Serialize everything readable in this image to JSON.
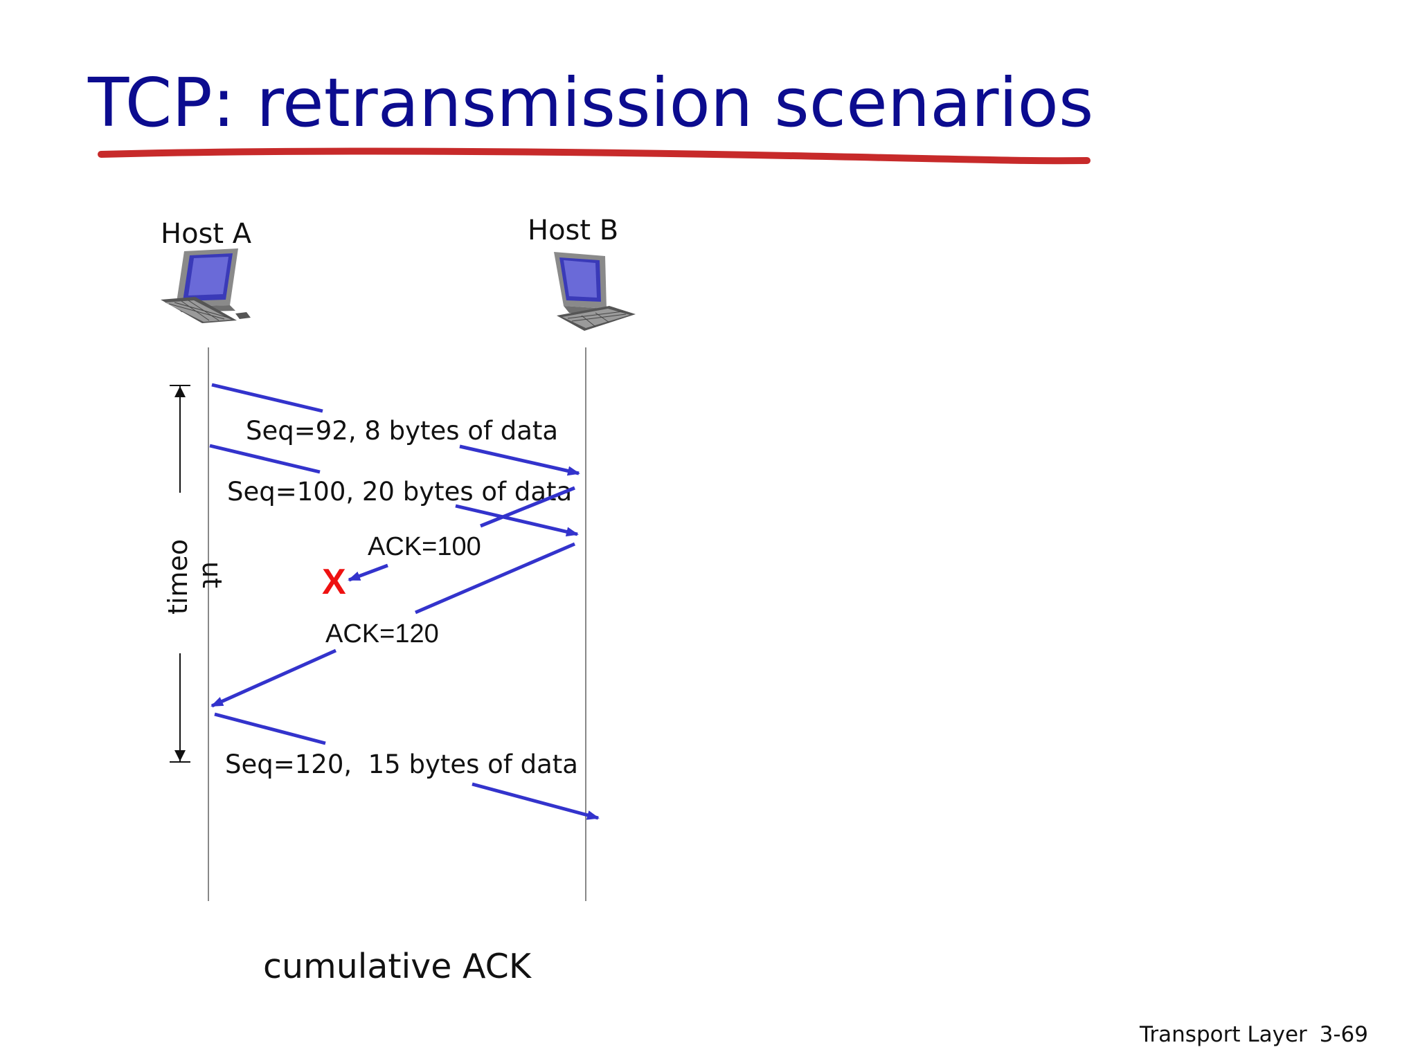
{
  "title": "TCP: retransmission scenarios",
  "colors": {
    "title": "#0c0c8f",
    "underline": "#c72a2a",
    "arrow": "#3333cc",
    "loss_marker": "#ee1111",
    "timeline": "#888888"
  },
  "hosts": {
    "a_label": "Host A",
    "b_label": "Host B",
    "icon": "desktop-computer-icon"
  },
  "messages": {
    "seq92": "Seq=92, 8 bytes of data",
    "seq100": "Seq=100, 20 bytes of data",
    "ack100": "ACK=100",
    "ack120": "ACK=120",
    "seq120": "Seq=120,  15 bytes of data"
  },
  "loss_marker": "X",
  "timeout": {
    "line1": "timeo",
    "line2": "ut"
  },
  "caption": "cumulative ACK",
  "footer": {
    "section": "Transport Layer",
    "page": "3-69"
  }
}
